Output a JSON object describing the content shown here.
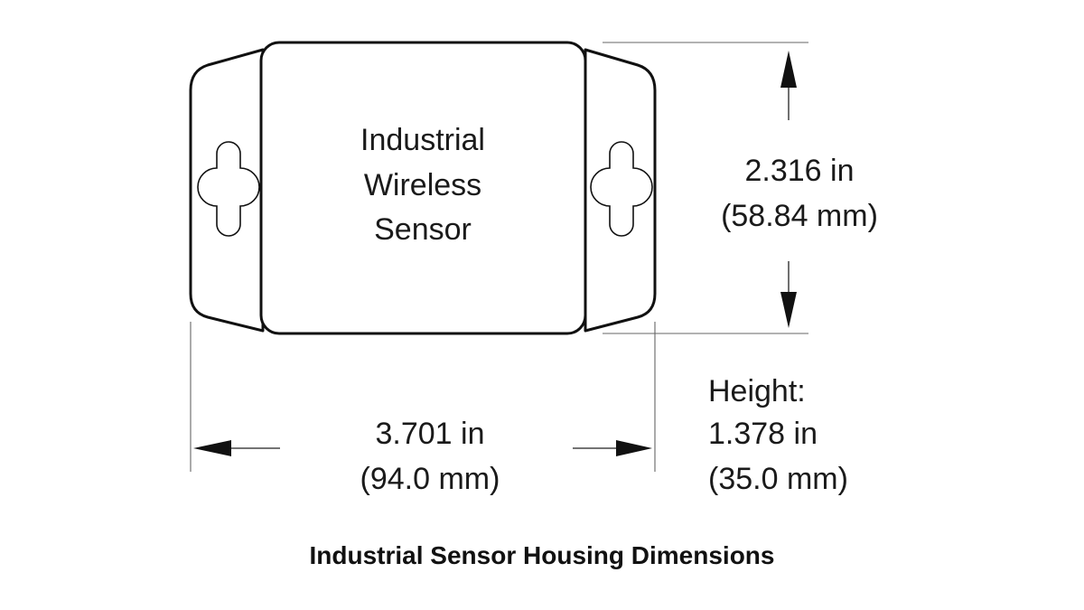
{
  "device": {
    "label_lines": [
      "Industrial",
      "Wireless",
      "Sensor"
    ]
  },
  "dimensions": {
    "height_side": {
      "inch": "2.316 in",
      "mm": "(58.84 mm)"
    },
    "width": {
      "inch": "3.701 in",
      "mm": "(94.0 mm)"
    },
    "depth": {
      "title": "Height:",
      "inch": "1.378 in",
      "mm": "(35.0 mm)"
    }
  },
  "caption": "Industrial Sensor Housing Dimensions",
  "colors": {
    "line": "#111111",
    "background": "#ffffff"
  }
}
